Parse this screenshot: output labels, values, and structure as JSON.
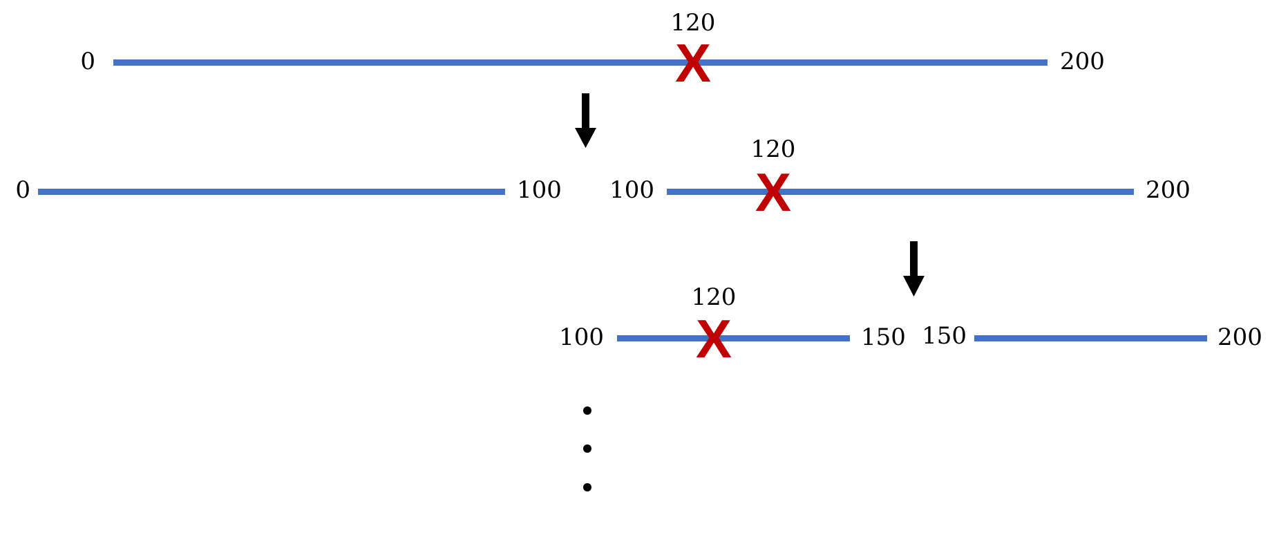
{
  "colors": {
    "segment": "#4472c4",
    "target_mark": "#c00000",
    "arrow": "#000000"
  },
  "target": {
    "value_label": "120",
    "mark_glyph": "X"
  },
  "levels": [
    {
      "segments": [
        {
          "start": "0",
          "end": "200",
          "has_target": true
        }
      ]
    },
    {
      "segments": [
        {
          "start": "0",
          "end": "100",
          "has_target": false
        },
        {
          "start": "100",
          "end": "200",
          "has_target": true
        }
      ]
    },
    {
      "segments": [
        {
          "start": "100",
          "end": "150",
          "has_target": true
        },
        {
          "start": "150",
          "end": "200",
          "has_target": false
        }
      ]
    }
  ],
  "continuation": {
    "icon": "vertical-ellipsis-icon"
  }
}
